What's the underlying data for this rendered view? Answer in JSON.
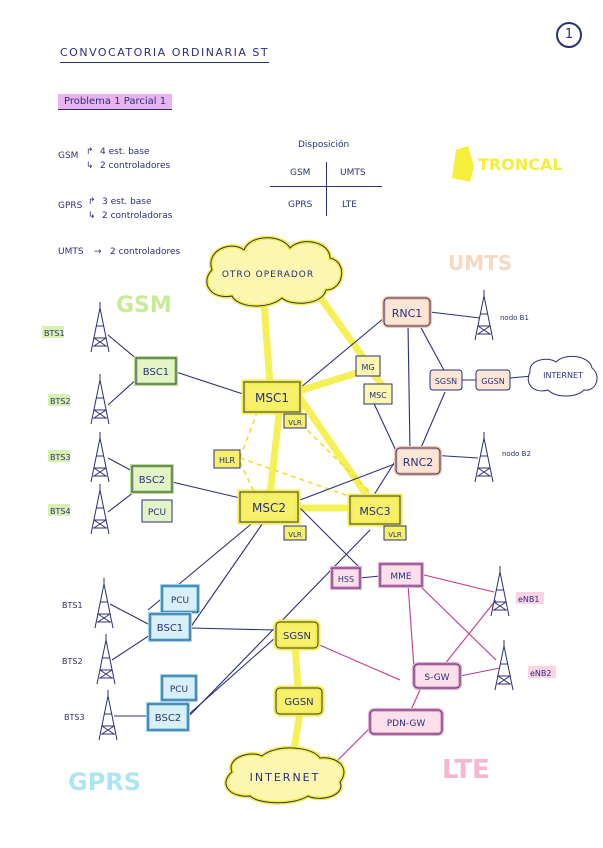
{
  "page_number": "1",
  "title": "CONVOCATORIA ORDINARIA ST",
  "subtitle": "Problema 1 Parcial 1",
  "specs": {
    "gsm_label": "GSM",
    "gsm_line1": "4 est. base",
    "gsm_line2": "2 controladores",
    "gprs_label": "GPRS",
    "gprs_line1": "3 est. base",
    "gprs_line2": "2 controladoras",
    "umts_label": "UMTS",
    "umts_line1": "2 controladores"
  },
  "disposition": {
    "title": "Disposición",
    "cells": [
      "GSM",
      "UMTS",
      "GPRS",
      "LTE"
    ]
  },
  "region_tags": {
    "troncal": "TRONCAL",
    "umts": "UMTS",
    "gsm": "GSM",
    "gprs": "GPRS",
    "lte": "LTE"
  },
  "nodes": {
    "otro_operador": "OTRO OPERADOR",
    "rnc1": "RNC1",
    "rnc2": "RNC2",
    "nodo_b1": "nodo B1",
    "nodo_b2": "nodo B2",
    "sgsn_umts": "SGSN",
    "ggsn_umts": "GGSN",
    "internet_umts": "INTERNET",
    "mg": "MG",
    "msc_small": "MSC",
    "msc1": "MSC1",
    "msc2": "MSC2",
    "msc3": "MSC3",
    "vlr1": "VLR",
    "vlr2": "VLR",
    "vlr3": "VLR",
    "hlr": "HLR",
    "bsc1": "BSC1",
    "bsc2": "BSC2",
    "pcu_gsm": "PCU",
    "bts1": "BTS1",
    "bts2": "BTS2",
    "bts3": "BTS3",
    "bts4": "BTS4",
    "gprs_bts1": "BTS1",
    "gprs_bts2": "BTS2",
    "gprs_bts3": "BTS3",
    "gprs_pcu1": "PCU",
    "gprs_pcu2": "PCU",
    "gprs_bsc1": "BSC1",
    "gprs_bsc2": "BSC2",
    "sgsn": "SGSN",
    "ggsn": "GGSN",
    "internet_main": "INTERNET",
    "hss": "HSS",
    "mme": "MME",
    "s_gw": "S-GW",
    "pdn_gw": "PDN-GW",
    "enb1": "eNB1",
    "enb2": "eNB2"
  },
  "colors": {
    "ink": "#2b2f7a",
    "troncal": "#f5ee3a",
    "umts": "#f3c9a8",
    "gsm": "#b9e27a",
    "gprs": "#8fd9ec",
    "lte": "#f2a6c9",
    "subtitle_highlight": "#e9b3f0"
  }
}
